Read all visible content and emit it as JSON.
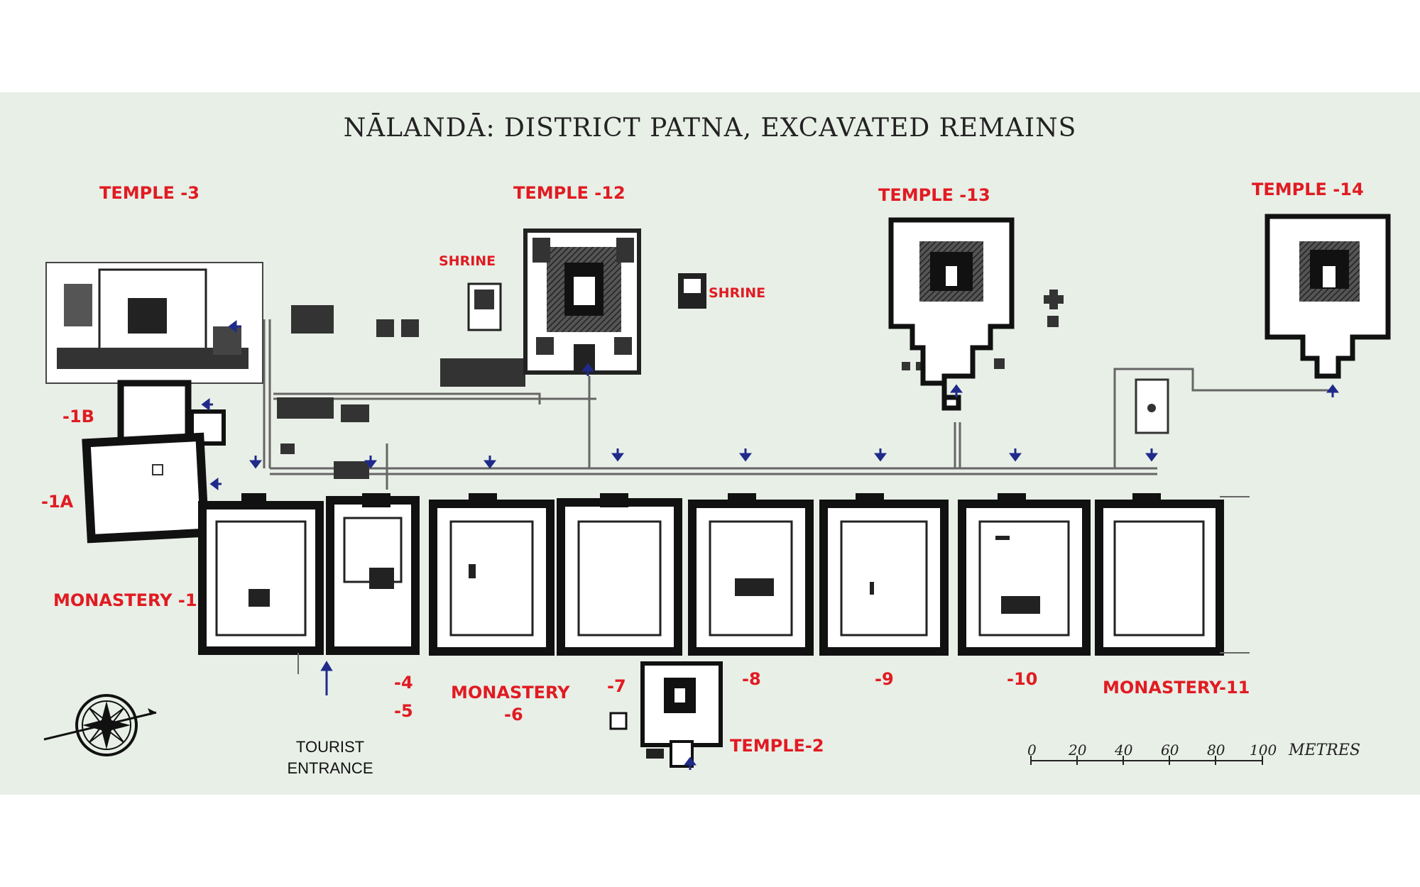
{
  "map": {
    "title": "NĀLANDĀ: DISTRICT PATNA, EXCAVATED REMAINS",
    "colors": {
      "background": "#e8efe7",
      "label": "#e11b22",
      "structure": "#1a1a1a",
      "arrow": "#1f2a8a"
    },
    "labels": {
      "temple_3": "TEMPLE -3",
      "temple_12": "TEMPLE -12",
      "temple_13": "TEMPLE -13",
      "temple_14": "TEMPLE -14",
      "shrine_left": "SHRINE",
      "shrine_right": "SHRINE",
      "m_1b": "-1B",
      "m_1a": "-1A",
      "monastery_1": "MONASTERY -1",
      "m_4": "-4",
      "m_5": "-5",
      "monastery_6": "MONASTERY",
      "m_6": "-6",
      "m_7": "-7",
      "m_8": "-8",
      "m_9": "-9",
      "m_10": "-10",
      "monastery_11": "MONASTERY-11",
      "temple_2": "TEMPLE-2",
      "tourist_entrance_1": "TOURIST",
      "tourist_entrance_2": "ENTRANCE"
    },
    "scale": {
      "ticks": [
        "0",
        "20",
        "40",
        "60",
        "80",
        "100"
      ],
      "unit": "METRES"
    },
    "icons": [
      "compass-rose-icon",
      "entrance-arrow-icon"
    ]
  }
}
